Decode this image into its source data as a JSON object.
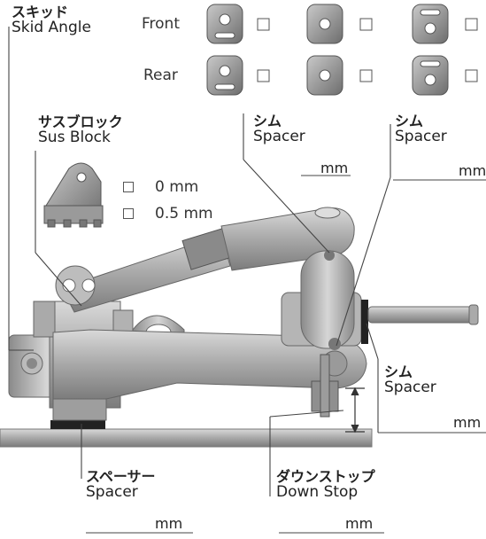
{
  "skid_angle": {
    "jp": "スキッド",
    "en": "Skid Angle"
  },
  "front_label": "Front",
  "rear_label": "Rear",
  "sus_block": {
    "jp": "サスブロック",
    "en": "Sus Block",
    "options": [
      "0 mm",
      "0.5 mm"
    ]
  },
  "upper_spacer_left": {
    "jp": "シム",
    "en": "Spacer",
    "unit": "mm"
  },
  "upper_spacer_right": {
    "jp": "シム",
    "en": "Spacer",
    "unit": "mm"
  },
  "hub_spacer": {
    "jp": "シム",
    "en": "Spacer",
    "unit": "mm"
  },
  "bottom_spacer": {
    "jp": "スペーサー",
    "en": "Spacer",
    "unit": "mm"
  },
  "down_stop": {
    "jp": "ダウンストップ",
    "en": "Down Stop",
    "unit": "mm"
  },
  "colors": {
    "part": "#a9a9a9",
    "part_light": "#d4d4d4",
    "part_dark": "#6e6e6e",
    "line": "#555555"
  }
}
